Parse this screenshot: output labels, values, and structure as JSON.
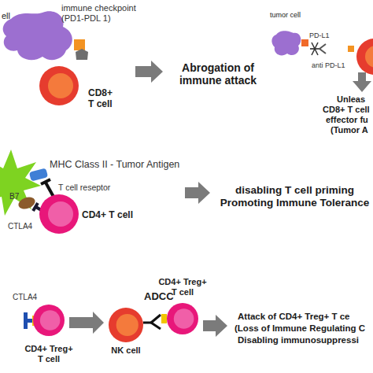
{
  "diagram": {
    "nodes": [
      {
        "text": [
          "ell"
        ]
      },
      {
        "text": [
          "CD8+ T cell"
        ]
      },
      {
        "text": [
          "tumor cell"
        ]
      },
      {
        "text": [
          "CD4+ T cell"
        ]
      },
      {
        "text": [
          "CD4+ Treg+ T cell"
        ]
      },
      {
        "text": [
          "NK cell"
        ]
      },
      {
        "text": [
          "CD4+ Treg+ T cell"
        ]
      }
    ],
    "edges": [
      {
        "from": 4,
        "to": 5,
        "arrow": "to"
      }
    ],
    "labels": [
      "immune checkpoint (PD1-PDL 1)",
      "Abrogation of immune attack",
      "PD-L1",
      "anti PD-L1",
      "Unleas",
      "CD8+ T cell",
      "effector fu",
      "(Tumor A",
      "MHC Class II - Tumor Antigen",
      "T cell reseptor",
      "B7",
      "CTLA4",
      "disabling T cell priming Promoting Immune Tolerance",
      "CTLA4",
      "ADCC",
      "Attack of CD4+ Treg+ T ce",
      "(Loss of Immune Regulating C",
      "Disabling immunosuppressi"
    ]
  }
}
